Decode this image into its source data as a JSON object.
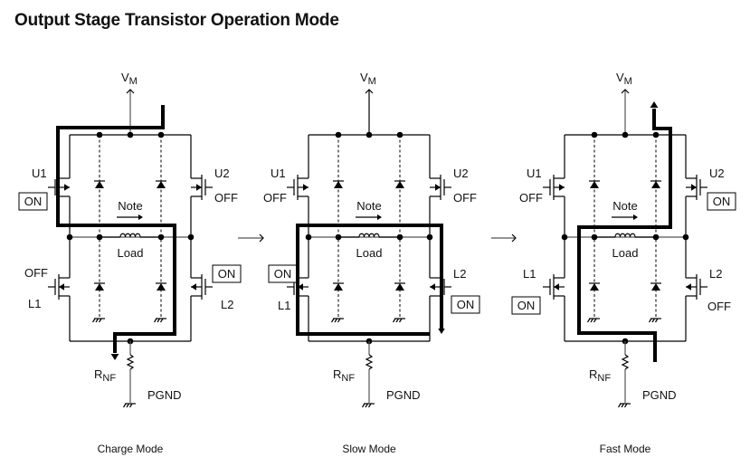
{
  "title": "Output Stage Transistor Operation Mode",
  "labels": {
    "supply": "V",
    "supply_sub": "M",
    "sense": "R",
    "sense_sub": "NF",
    "ground": "PGND",
    "load": "Load",
    "note": "Note"
  },
  "modes": [
    {
      "name": "Charge Mode",
      "transistors": {
        "U1": {
          "label": "U1",
          "state": "ON"
        },
        "U2": {
          "label": "U2",
          "state": "OFF"
        },
        "L1": {
          "label": "L1",
          "state": "OFF"
        },
        "L2": {
          "label": "L2",
          "state": "ON"
        }
      }
    },
    {
      "name": "Slow Mode",
      "transistors": {
        "U1": {
          "label": "U1",
          "state": "OFF"
        },
        "U2": {
          "label": "U2",
          "state": "OFF"
        },
        "L1": {
          "label": "L1",
          "state": "ON"
        },
        "L2": {
          "label": "L2",
          "state": "ON"
        }
      }
    },
    {
      "name": "Fast Mode",
      "transistors": {
        "U1": {
          "label": "U1",
          "state": "OFF"
        },
        "U2": {
          "label": "U2",
          "state": "ON"
        },
        "L1": {
          "label": "L1",
          "state": "ON"
        },
        "L2": {
          "label": "L2",
          "state": "OFF"
        }
      }
    }
  ]
}
